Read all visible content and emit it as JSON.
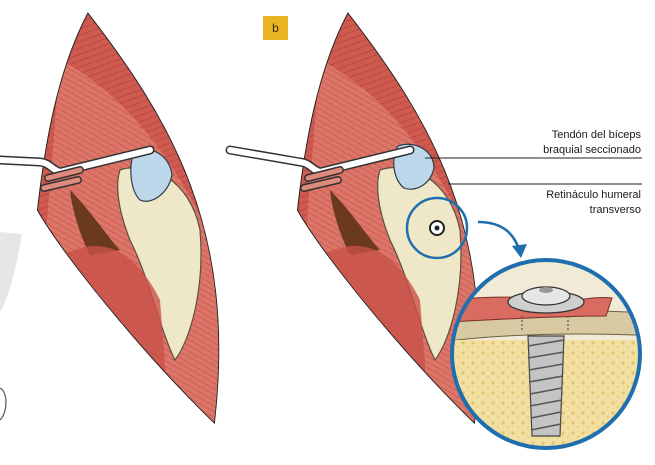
{
  "panel_label": "b",
  "callouts": [
    {
      "lines": [
        "Tendón del bíceps",
        "braquial seccionado"
      ]
    },
    {
      "lines": [
        "Retináculo humeral",
        "transverso"
      ]
    }
  ],
  "corner_mark": "",
  "colors": {
    "muscle": "#cf5a4f",
    "muscle_dark": "#9e3a34",
    "muscle_light": "#e99386",
    "tendon": "#efe8c8",
    "tendon_blue": "#bcd6ea",
    "bone_marrow": "#f2dfa2",
    "accent_blue": "#1f6fae",
    "badge": "#e8b421"
  }
}
